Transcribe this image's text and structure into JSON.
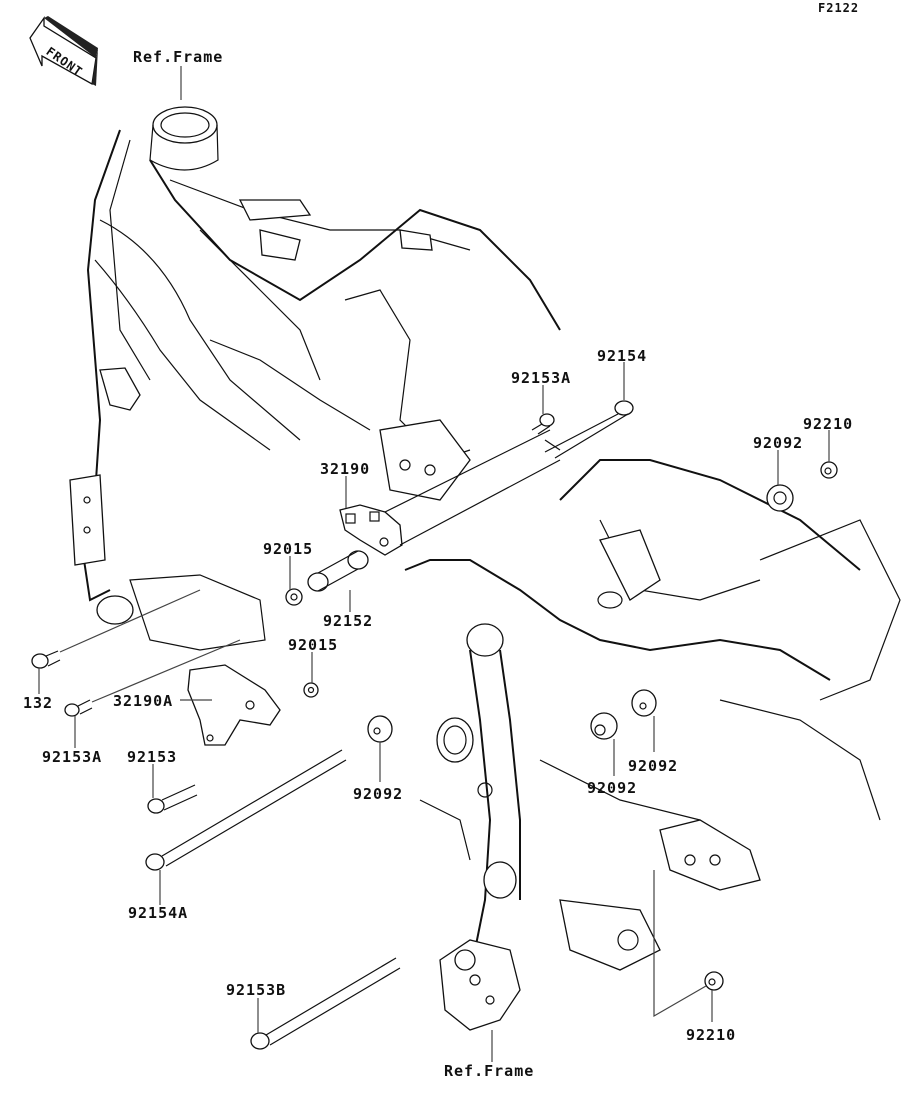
{
  "figure_id": "F2122",
  "front_indicator": "FRONT",
  "reference_labels": {
    "top": "Ref.Frame",
    "bottom": "Ref.Frame"
  },
  "part_labels": [
    {
      "id": "p92154",
      "text": "92154"
    },
    {
      "id": "p92153A_top",
      "text": "92153A"
    },
    {
      "id": "p92210_top",
      "text": "92210"
    },
    {
      "id": "p92092_top",
      "text": "92092"
    },
    {
      "id": "p32190",
      "text": "32190"
    },
    {
      "id": "p92015_a",
      "text": "92015"
    },
    {
      "id": "p92152",
      "text": "92152"
    },
    {
      "id": "p92015_b",
      "text": "92015"
    },
    {
      "id": "p132",
      "text": "132"
    },
    {
      "id": "p32190A",
      "text": "32190A"
    },
    {
      "id": "p92153A_left",
      "text": "92153A"
    },
    {
      "id": "p92153",
      "text": "92153"
    },
    {
      "id": "p92092_left",
      "text": "92092"
    },
    {
      "id": "p92092_mid",
      "text": "92092"
    },
    {
      "id": "p92092_right",
      "text": "92092"
    },
    {
      "id": "p92154A",
      "text": "92154A"
    },
    {
      "id": "p92153B",
      "text": "92153B"
    },
    {
      "id": "p92210_bottom",
      "text": "92210"
    }
  ]
}
